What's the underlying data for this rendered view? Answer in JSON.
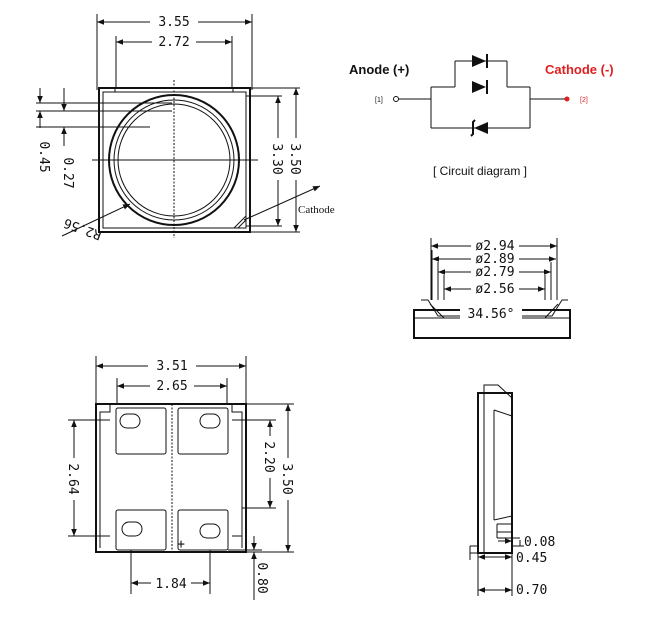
{
  "top_view": {
    "width_outer": "3.55",
    "width_inner": "2.72",
    "height_outer": "3.50",
    "height_inner": "3.30",
    "offset_a": "0.45",
    "offset_b": "0.27",
    "radius": "R2.56",
    "cathode_label": "Cathode"
  },
  "circuit": {
    "anode_label": "Anode (+)",
    "cathode_label": "Cathode (-)",
    "pin1": "[1]",
    "pin2": "[2]",
    "caption": "[ Circuit diagram ]",
    "cathode_color": "#e02020"
  },
  "section_view": {
    "d1": "ø2.94",
    "d2": "ø2.89",
    "d3": "ø2.79",
    "d4": "ø2.56",
    "angle": "34.56°"
  },
  "bottom_view": {
    "width_outer": "3.51",
    "width_inner": "2.65",
    "height_outer": "3.50",
    "height_pad_span": "2.20",
    "height_left": "2.64",
    "pad_pitch": "1.84",
    "pad_height": "0.80",
    "polarity_mark": "+"
  },
  "side_view": {
    "d1": "0.08",
    "d2": "0.45",
    "d3": "0.70"
  }
}
